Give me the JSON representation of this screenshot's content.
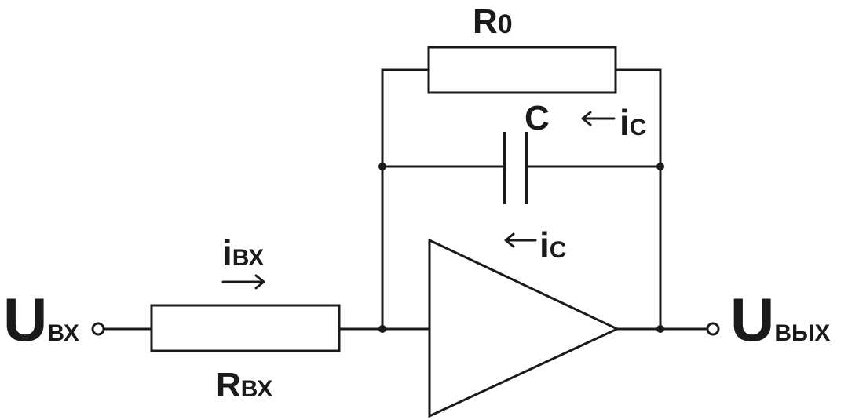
{
  "labels": {
    "r0": {
      "main": "R",
      "sub": "0"
    },
    "c": {
      "main": "C"
    },
    "ic_top": {
      "main": "i",
      "sub": "C"
    },
    "ic_bottom": {
      "main": "i",
      "sub": "C"
    },
    "i_in": {
      "main": "i",
      "sub": "ВХ"
    },
    "r_in": {
      "main": "R",
      "sub": "ВХ"
    },
    "u_in": {
      "main": "U",
      "sub": "ВХ"
    },
    "u_out": {
      "main": "U",
      "sub": "ВЫХ"
    }
  },
  "colors": {
    "line": "#1a1a1a",
    "background": "#ffffff"
  },
  "icons": {
    "ic_top_arrow": "arrow-left-icon",
    "ic_bottom_arrow": "arrow-left-icon",
    "i_in_arrow": "arrow-right-icon"
  }
}
